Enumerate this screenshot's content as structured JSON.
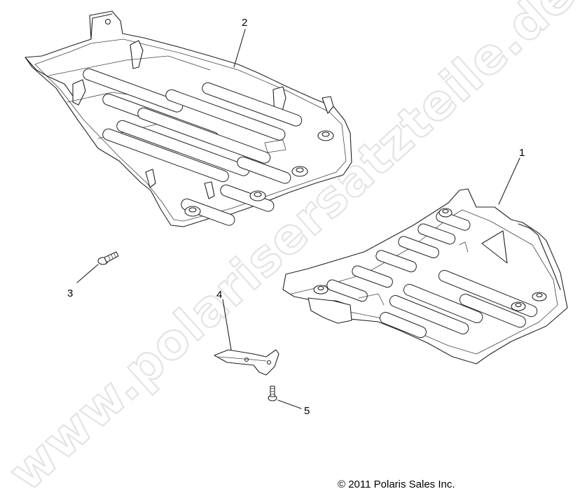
{
  "watermark": "www.polarisersatzteile.de",
  "callouts": [
    {
      "id": "1",
      "label": "1"
    },
    {
      "id": "2",
      "label": "2"
    },
    {
      "id": "3",
      "label": "3"
    },
    {
      "id": "4",
      "label": "4"
    },
    {
      "id": "5",
      "label": "5"
    }
  ],
  "copyright": "© 2011 Polaris Sales Inc."
}
